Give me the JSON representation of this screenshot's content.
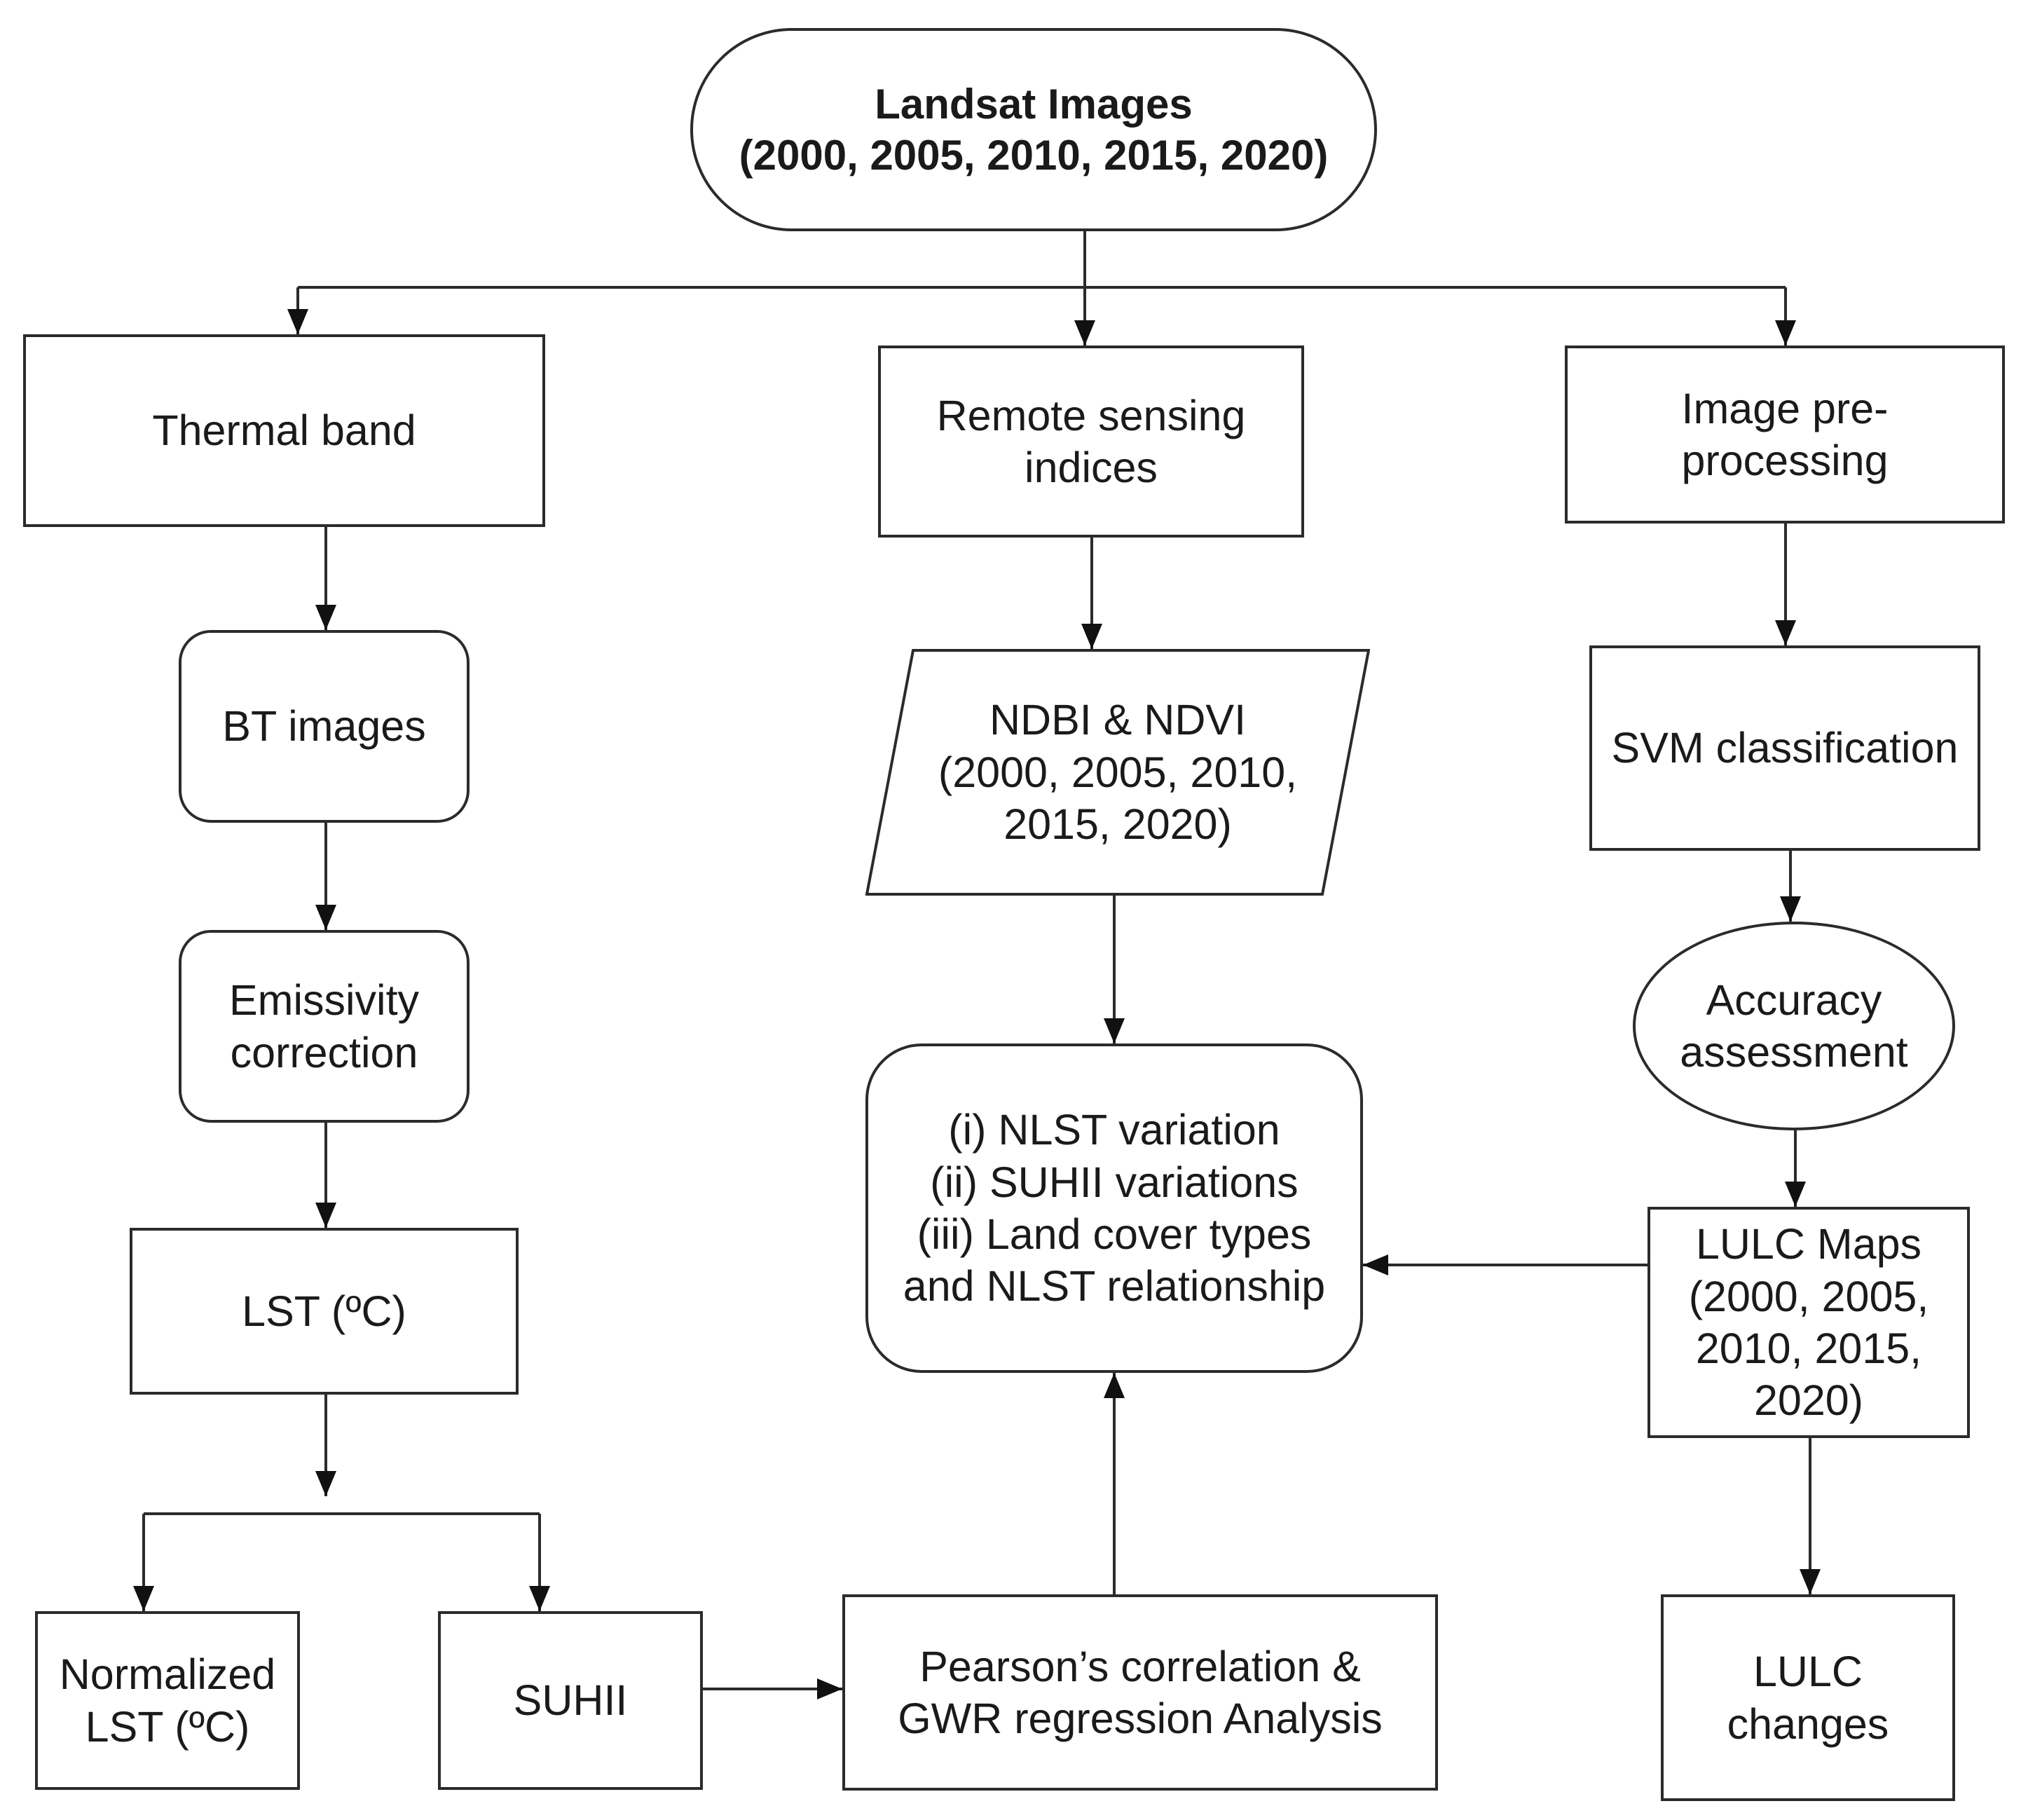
{
  "colors": {
    "stroke": "#2b2b2b",
    "text": "#1a1a1a",
    "background": "#ffffff"
  },
  "nodes": {
    "landsat": "Landsat Images\n(2000, 2005, 2010, 2015, 2020)",
    "thermal_band": "Thermal band",
    "remote_sensing": "Remote sensing\nindices",
    "image_preprocessing": "Image pre-\nprocessing",
    "bt_images": "BT images",
    "ndbi_ndvi": "NDBI & NDVI\n(2000, 2005, 2010,\n2015, 2020)",
    "svm": "SVM classification",
    "emissivity": "Emissivity\ncorrection",
    "accuracy": "Accuracy\nassessment",
    "analysis_results": "(i) NLST variation\n(ii) SUHII variations\n(iii) Land cover types\nand NLST relationship",
    "lst": "LST (ºC)",
    "lulc_maps": "LULC Maps\n(2000, 2005,\n2010, 2015,\n2020)",
    "normalized_lst": "Normalized\nLST (ºC)",
    "suhii": "SUHII",
    "pearson": "Pearson’s correlation &\nGWR regression Analysis",
    "lulc_changes": "LULC\nchanges"
  }
}
